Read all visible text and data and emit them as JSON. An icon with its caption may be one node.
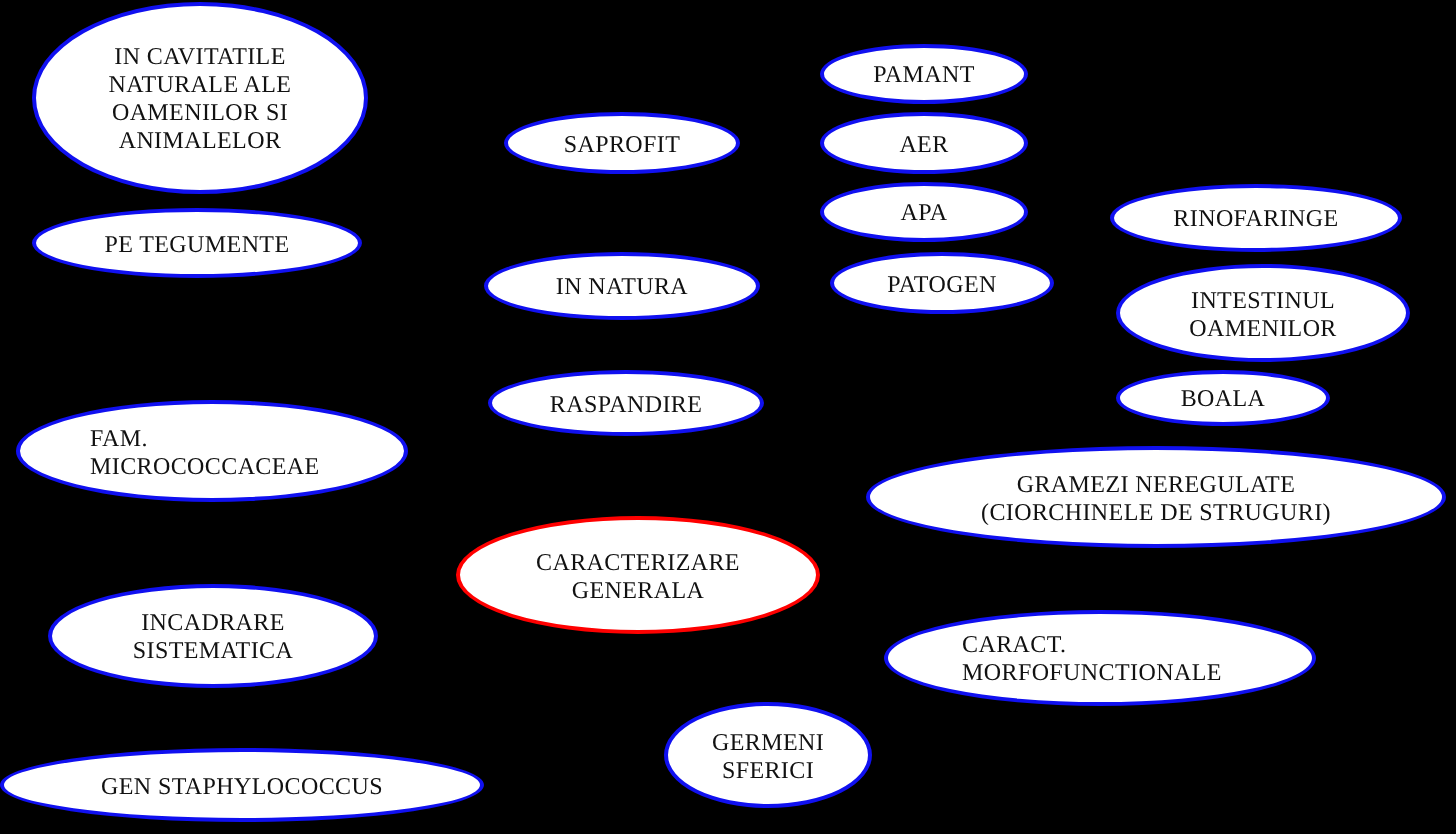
{
  "diagram": {
    "nodes": [
      {
        "text": [
          "IN CAVITATILE NATURALE ALE OAMENILOR SI ANIMALELOR"
        ]
      },
      {
        "text": [
          "PAMANT"
        ]
      },
      {
        "text": [
          "SAPROFIT"
        ]
      },
      {
        "text": [
          "AER"
        ]
      },
      {
        "text": [
          "APA"
        ]
      },
      {
        "text": [
          "RINOFARINGE"
        ]
      },
      {
        "text": [
          "PE TEGUMENTE"
        ]
      },
      {
        "text": [
          "IN NATURA"
        ]
      },
      {
        "text": [
          "PATOGEN"
        ]
      },
      {
        "text": [
          "INTESTINUL OAMENILOR"
        ]
      },
      {
        "text": [
          "BOALA"
        ]
      },
      {
        "text": [
          "RASPANDIRE"
        ]
      },
      {
        "text": [
          "FAM. MICROCOCCACEAE"
        ]
      },
      {
        "text": [
          "GRAMEZI NEREGULATE (CIORCHINELE DE STRUGURI)"
        ]
      },
      {
        "text": [
          "CARACTERIZARE GENERALA"
        ]
      },
      {
        "text": [
          "INCADRARE SISTEMATICA"
        ]
      },
      {
        "text": [
          "CARACT. MORFOFUNCTIONALE"
        ]
      },
      {
        "text": [
          "GERMENI SFERICI"
        ]
      },
      {
        "text": [
          "GEN STAPHYLOCOCCUS"
        ]
      }
    ]
  }
}
